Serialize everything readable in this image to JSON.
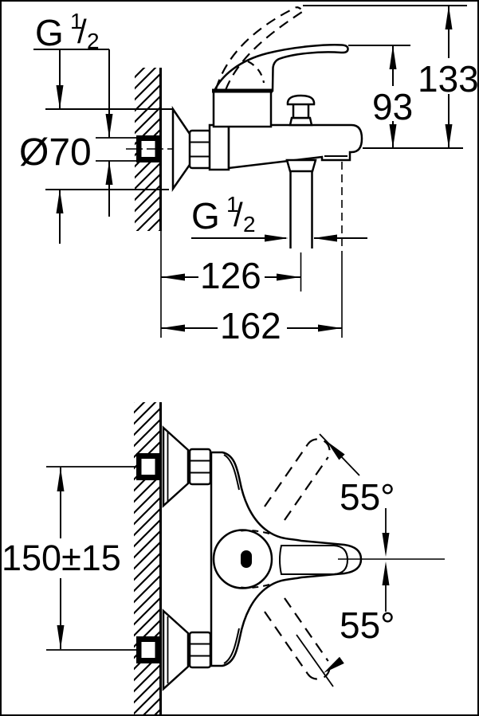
{
  "side_view": {
    "supply_thread": {
      "symbol": "G",
      "numerator": "1",
      "slash": "/",
      "denominator": "2"
    },
    "escutcheon_diameter_label": "Ø70",
    "lever_height_label": "93",
    "overall_height_label": "133",
    "outlet_thread": {
      "symbol": "G",
      "numerator": "1",
      "slash": "/",
      "denominator": "2"
    },
    "outlet_projection_label": "126",
    "overall_projection_label": "162"
  },
  "plan_view": {
    "hole_spacing_label": "150±15",
    "swing_angle_up_label": "55°",
    "swing_angle_down_label": "55°"
  }
}
